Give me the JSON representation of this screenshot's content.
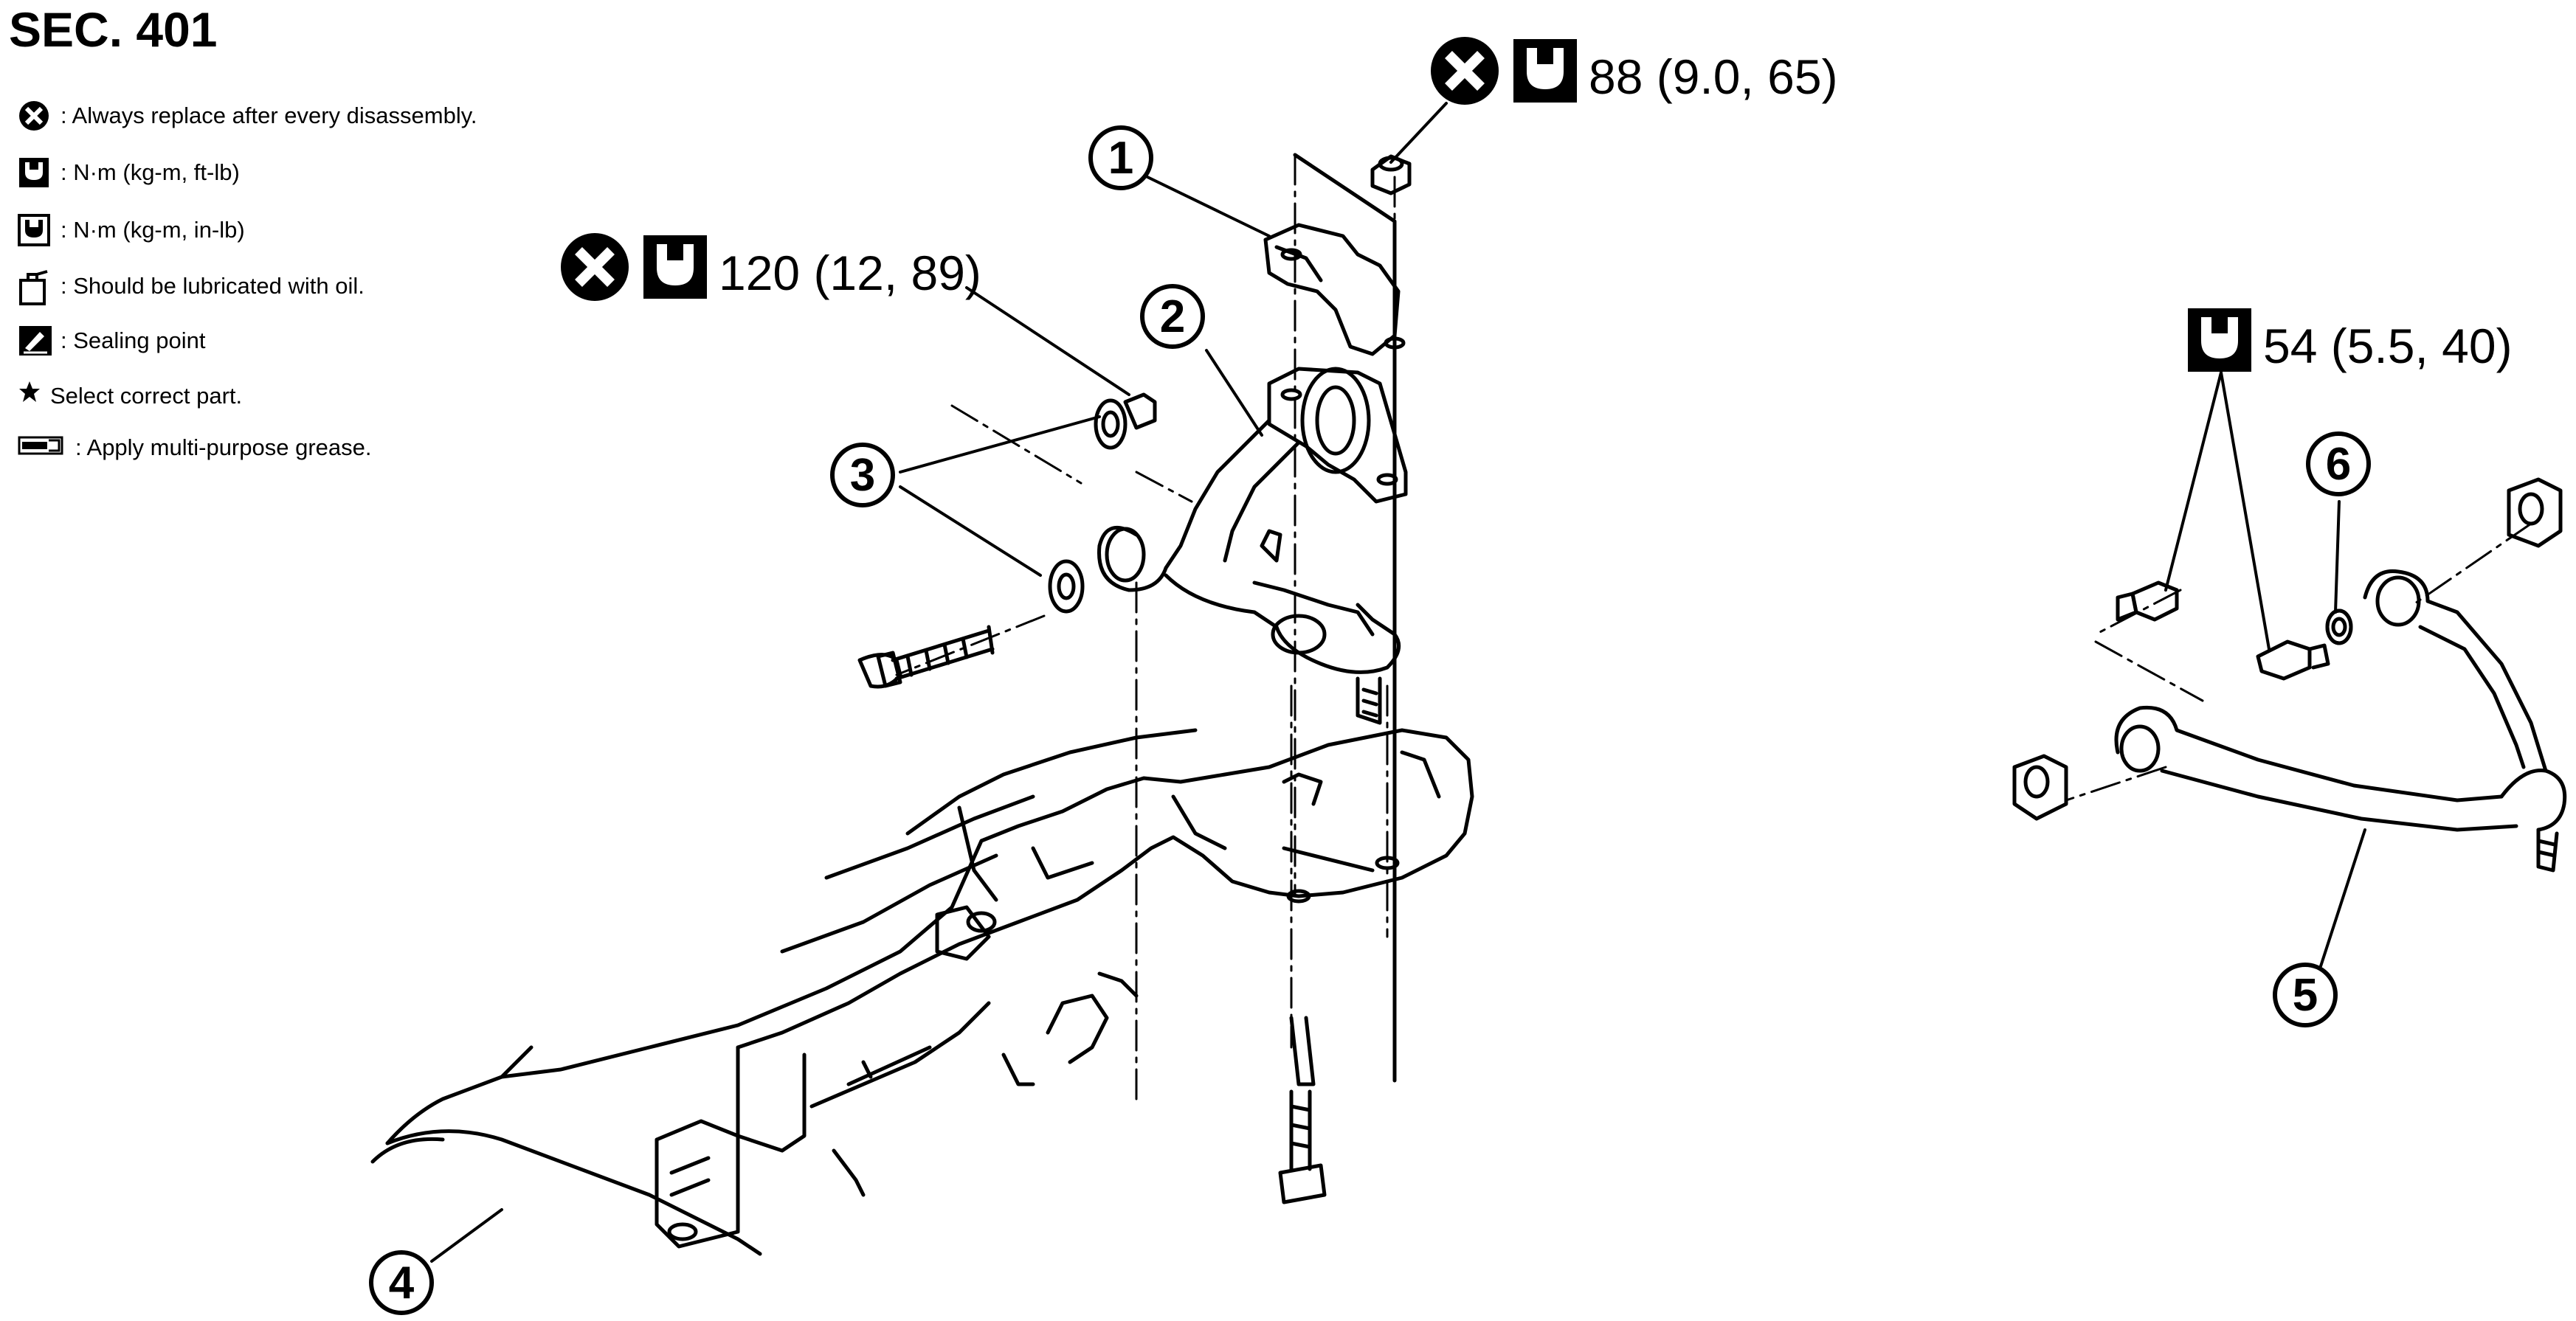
{
  "section": "SEC. 401",
  "legend": [
    {
      "icon": "x-circle-icon",
      "text": ": Always replace after every disassembly."
    },
    {
      "icon": "torque-wrench-icon",
      "text": ": N·m (kg-m, ft-lb)"
    },
    {
      "icon": "torque-wrench-filled-icon",
      "text": ": N·m (kg-m, in-lb)"
    },
    {
      "icon": "oil-can-icon",
      "text": ": Should be lubricated with oil."
    },
    {
      "icon": "sealant-icon",
      "text": ": Sealing point"
    },
    {
      "icon": "star-icon",
      "text": "Select correct part."
    },
    {
      "icon": "grease-gun-icon",
      "text": ": Apply multi-purpose grease."
    }
  ],
  "torques": {
    "t88": "88 (9.0, 65)",
    "t120": "120 (12, 89)",
    "t54": "54 (5.5, 40)"
  },
  "callouts": [
    "1",
    "2",
    "3",
    "4",
    "5",
    "6"
  ],
  "colors": {
    "ink": "#000000",
    "paper": "#ffffff"
  }
}
